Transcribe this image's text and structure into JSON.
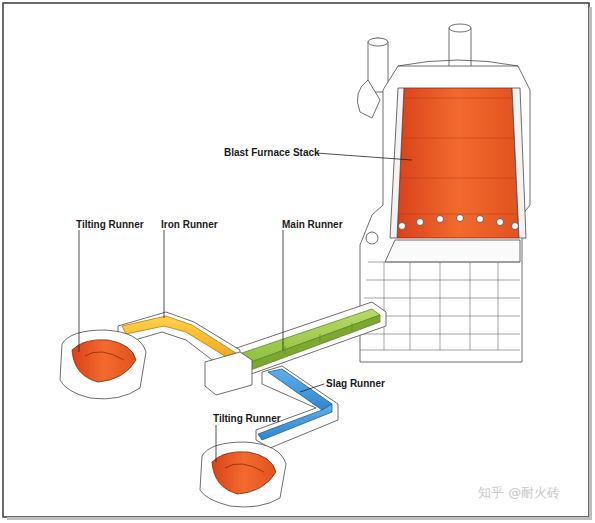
{
  "diagram": {
    "labels": [
      "Blast Furnace Stack",
      "Tilting Runner",
      "Iron Runner",
      "Main Runner",
      "Slag Runner",
      "Tilting Runner",
      "知乎 @耐火砖"
    ]
  }
}
